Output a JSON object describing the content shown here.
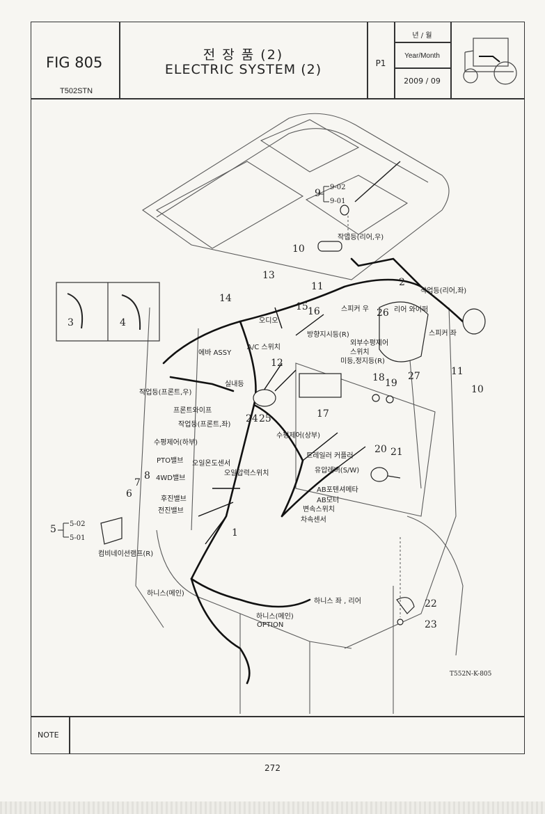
{
  "header": {
    "fig": "FIG 805",
    "model": "T502STN",
    "title_ko": "전 장 품 (2)",
    "title_en": "ELECTRIC SYSTEM (2)",
    "page_code": "P1",
    "year_month_ko": "년 / 월",
    "year_month_en": "Year/Month",
    "date": "2009 / 09"
  },
  "footer": {
    "note_label": "NOTE",
    "page_number": "272"
  },
  "diagram": {
    "reference": "T552N-K-805",
    "numbers": [
      "1",
      "2",
      "3",
      "4",
      "5",
      "6",
      "7",
      "8",
      "9",
      "10",
      "10",
      "11",
      "11",
      "12",
      "13",
      "14",
      "15",
      "16",
      "17",
      "18",
      "19",
      "20",
      "21",
      "22",
      "23",
      "24",
      "25",
      "26",
      "27"
    ],
    "codes": [
      "9-02",
      "9-01",
      "5-02",
      "5-01"
    ],
    "labels": [
      "작업등(리어,우)",
      "작업등(리어,좌)",
      "스피커 우",
      "리어 와이퍼",
      "스피커 좌",
      "오디오",
      "A/C 스위치",
      "방향지시등(R)",
      "외부수평제어",
      "스위치",
      "미등,정지등(R)",
      "에바 ASSY",
      "실내등",
      "작업등(프론트,우)",
      "프론트와이프",
      "작업등(프론트,좌)",
      "수평제어(하부)",
      "수평제어(상부)",
      "PTO밸브",
      "오일온도센서",
      "4WD밸브",
      "오일압력스위치",
      "트레일러 커플러",
      "유압레버(S/W)",
      "AB포텐셔메타",
      "AB모터",
      "변속스위치",
      "차속센서",
      "후진밸브",
      "전진밸브",
      "컴비네이션램프(R)",
      "하니스(메인)",
      "하니스 좌 , 리어",
      "하니스(메인)",
      "OPTION"
    ]
  }
}
